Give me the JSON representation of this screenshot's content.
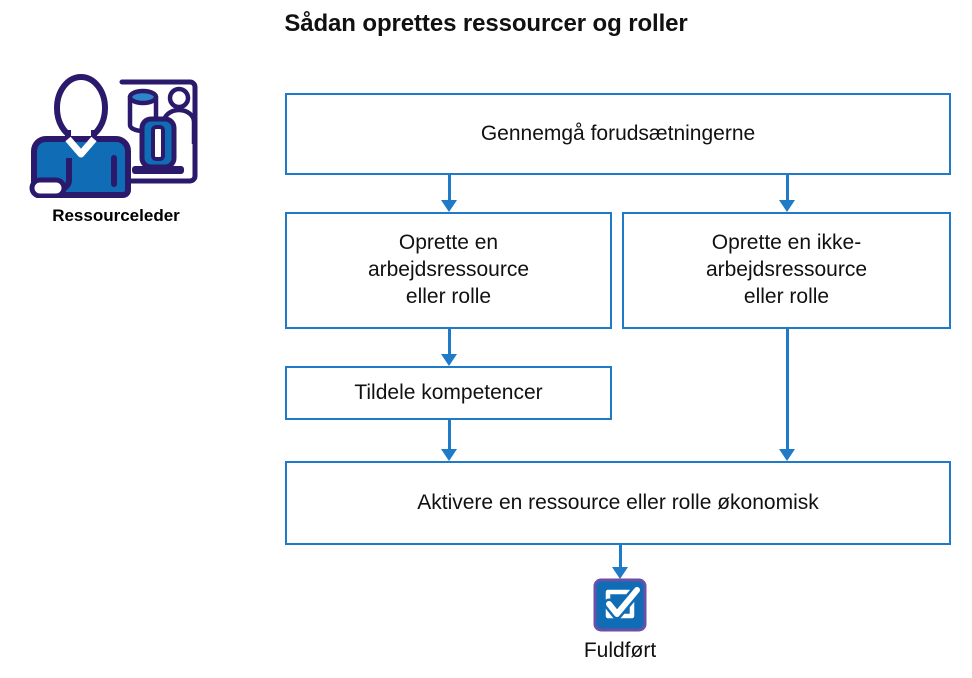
{
  "title": "Sådan oprettes ressourcer og roller",
  "persona": {
    "label": "Ressourceleder",
    "icon": "resource-manager-icon"
  },
  "flow": {
    "nodes": [
      {
        "id": "review",
        "label": "Gennemgå forudsætningerne"
      },
      {
        "id": "work_res",
        "label": "Oprette en\narbejdsressource\neller rolle"
      },
      {
        "id": "nonwork_res",
        "label": "Oprette en ikke-\narbejdsressource\neller rolle"
      },
      {
        "id": "competency",
        "label": "Tildele kompetencer"
      },
      {
        "id": "activate",
        "label": "Aktivere en ressource eller rolle økonomisk"
      }
    ],
    "edges": [
      {
        "from": "review",
        "to": "work_res"
      },
      {
        "from": "review",
        "to": "nonwork_res"
      },
      {
        "from": "work_res",
        "to": "competency"
      },
      {
        "from": "competency",
        "to": "activate"
      },
      {
        "from": "nonwork_res",
        "to": "activate"
      },
      {
        "from": "activate",
        "to": "completed"
      }
    ]
  },
  "completed": {
    "label": "Fuldført",
    "icon": "checkbox-checked-icon"
  },
  "colors": {
    "accent_blue": "#1F7AC8",
    "icon_blue": "#0F6CB5",
    "icon_outline_purple": "#2B1A6B",
    "text": "#111111",
    "background": "#FFFFFF"
  }
}
